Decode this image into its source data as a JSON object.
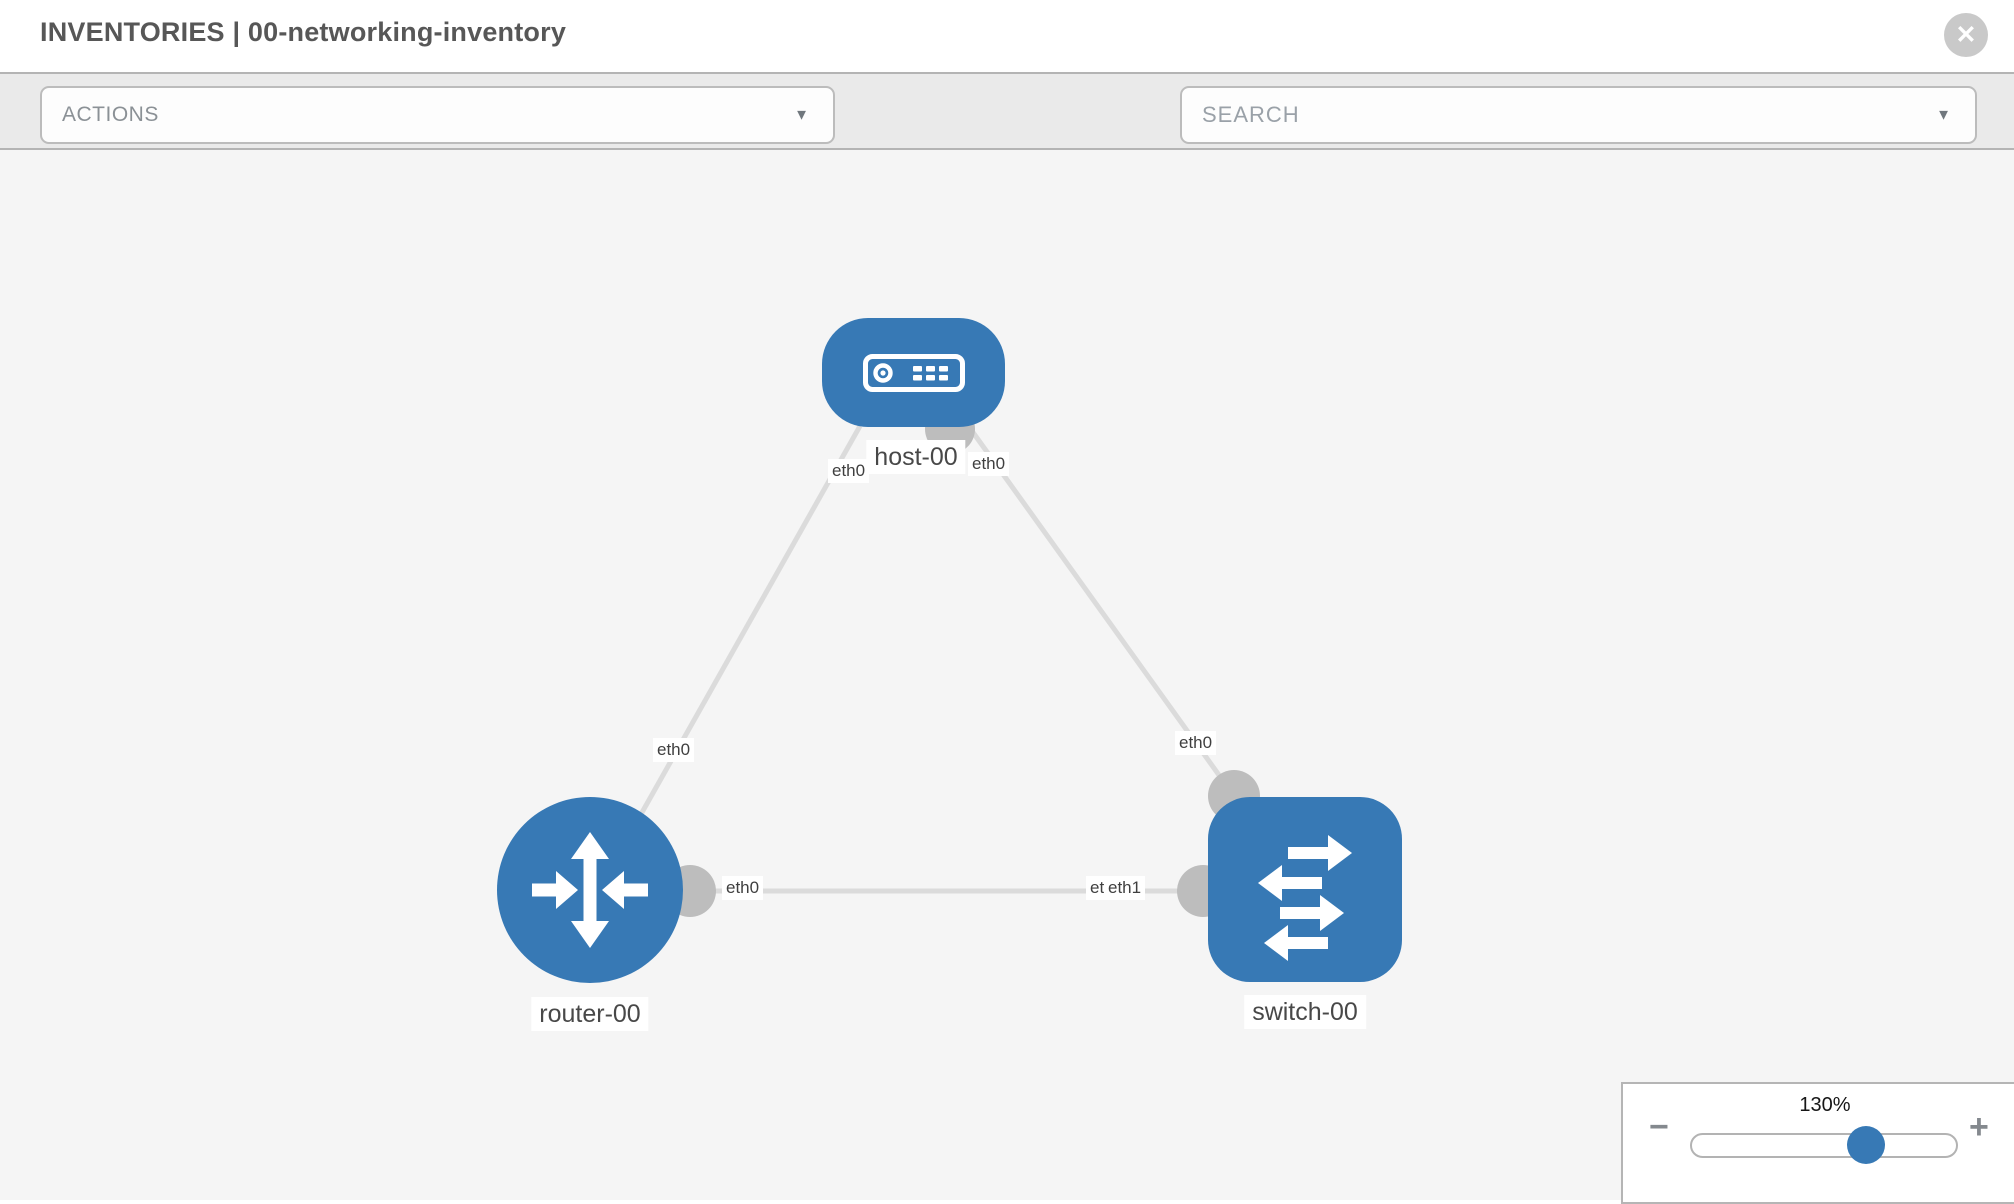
{
  "header": {
    "title": "INVENTORIES | 00-networking-inventory"
  },
  "toolbar": {
    "actions_label": "ACTIONS",
    "search_placeholder": "SEARCH"
  },
  "topology": {
    "nodes": [
      {
        "id": "host-00",
        "type": "host",
        "label": "host-00"
      },
      {
        "id": "router-00",
        "type": "router",
        "label": "router-00"
      },
      {
        "id": "switch-00",
        "type": "switch",
        "label": "switch-00"
      }
    ],
    "links": [
      {
        "from": "host-00",
        "from_interface": "eth0",
        "to": "router-00",
        "to_interface": "eth0"
      },
      {
        "from": "host-00",
        "from_interface": "eth0",
        "to": "switch-00",
        "to_interface": "eth0"
      },
      {
        "from": "router-00",
        "from_interface": "eth0",
        "to": "switch-00",
        "to_interface": "eth1"
      }
    ],
    "overlapped_label": "eth0"
  },
  "zoom_control": {
    "level": "130%"
  },
  "icons": {
    "close": "✕",
    "caret_down": "▼",
    "minus": "−",
    "plus": "+"
  },
  "colors": {
    "node_fill": "#3779b5",
    "link": "#dbdbdb",
    "connector": "#bdbdbd",
    "canvas_background": "#f5f5f5",
    "toolbar_background": "#eaeaea",
    "slider_handle": "#3779b5"
  }
}
